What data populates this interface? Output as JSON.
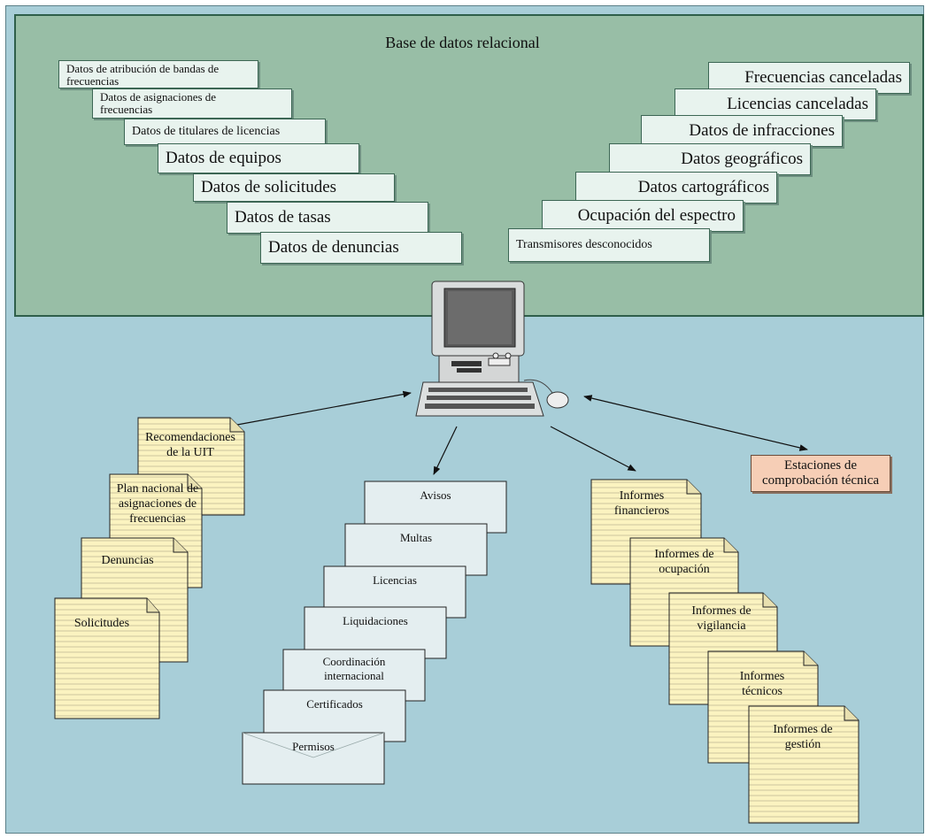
{
  "database": {
    "title": "Base de datos relacional",
    "left_tables": [
      "Datos de atribución de bandas de frecuencias",
      "Datos de asignaciones de frecuencias",
      "Datos de titulares de licencias",
      "Datos de equipos",
      "Datos de solicitudes",
      "Datos de tasas",
      "Datos de denuncias"
    ],
    "right_tables": [
      "Frecuencias canceladas",
      "Licencias canceladas",
      "Datos de infracciones",
      "Datos geográficos",
      "Datos cartográficos",
      "Ocupación del espectro",
      "Transmisores desconocidos"
    ]
  },
  "inputs": [
    "Recomendaciones de la UIT",
    "Plan nacional de asignaciones de frecuencias",
    "Denuncias",
    "Solicitudes"
  ],
  "documents": [
    "Avisos",
    "Multas",
    "Licencias",
    "Liquidaciones",
    "Coordinación internacional",
    "Certificados",
    "Permisos"
  ],
  "reports": [
    "Informes financieros",
    "Informes de ocupación",
    "Informes de vigilancia",
    "Informes técnicos",
    "Informes de gestión"
  ],
  "stations": "Estaciones de comprobación técnica",
  "colors": {
    "database_bg": "#98bea6",
    "background": "#a8ced8",
    "paper": "#fbf3c0",
    "envelope": "#e4eef0",
    "stations_bg": "#f6ceb6"
  }
}
